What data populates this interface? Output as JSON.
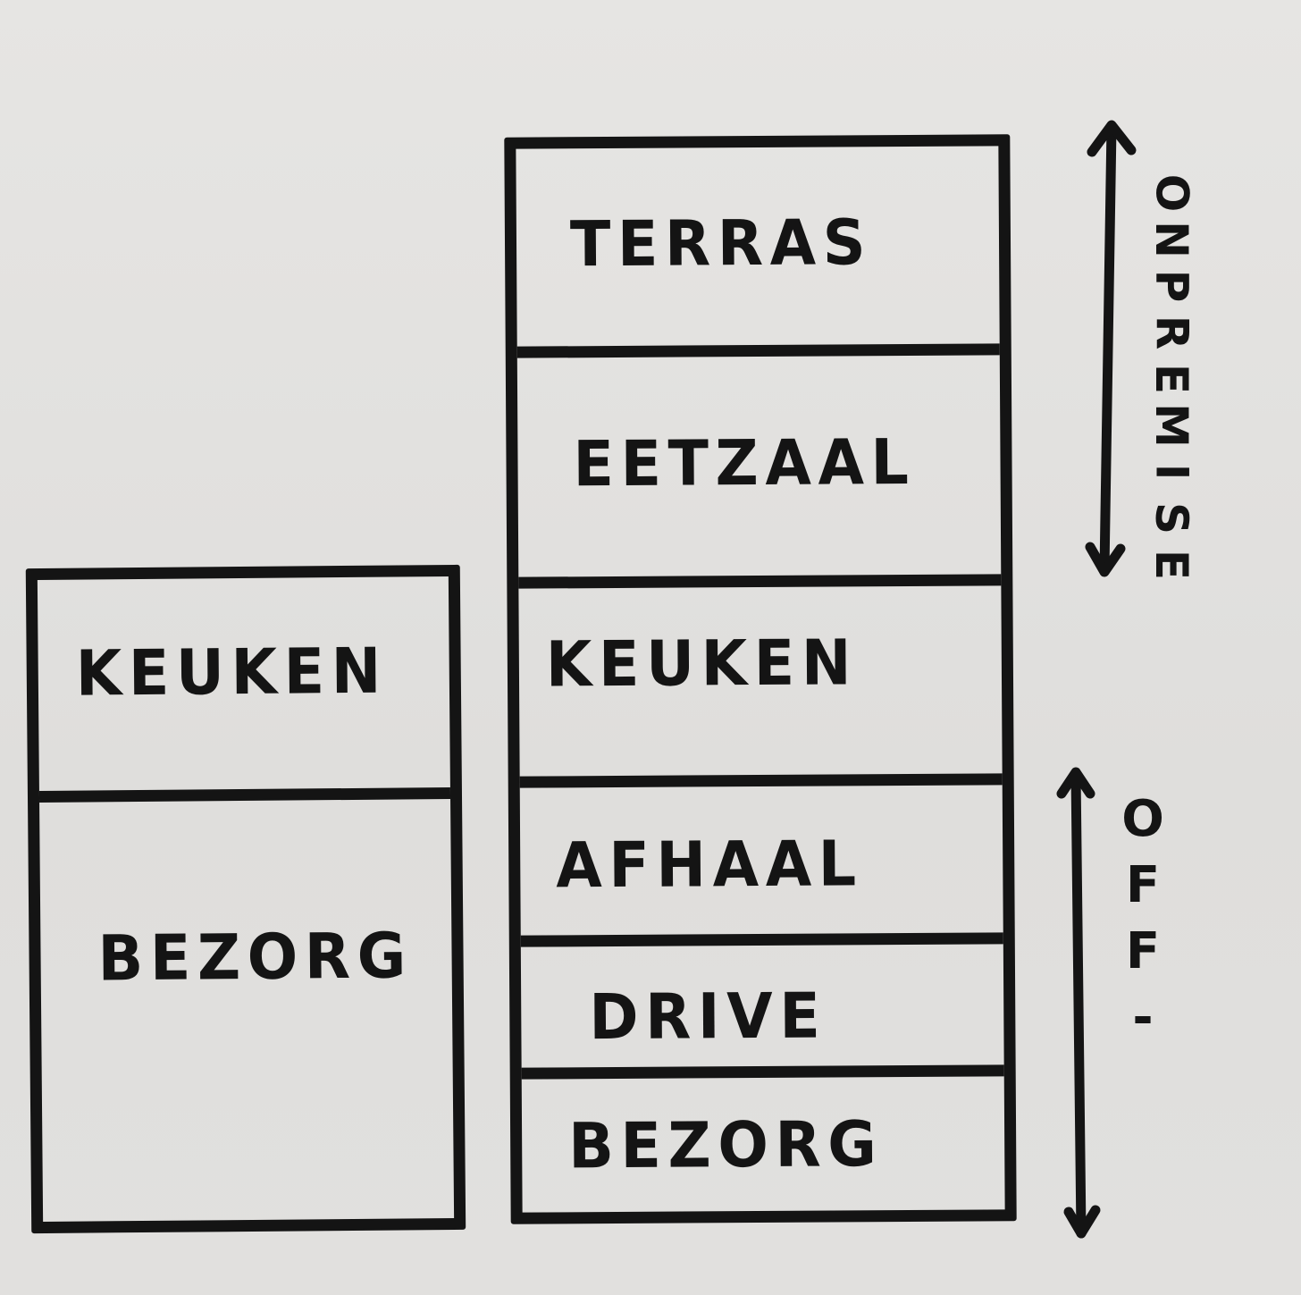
{
  "diagram": {
    "left_stack": {
      "blocks": [
        {
          "label": "KEUKEN"
        },
        {
          "label": "BEZORG"
        }
      ]
    },
    "right_stack": {
      "blocks": [
        {
          "label": "TERRAS"
        },
        {
          "label": "EETZAAL"
        },
        {
          "label": "KEUKEN"
        },
        {
          "label": "AFHAAL"
        },
        {
          "label": "DRIVE"
        },
        {
          "label": "BEZORG"
        }
      ]
    },
    "side_labels": {
      "on_premise": [
        "O",
        "N",
        "P",
        "R",
        "E",
        "M",
        "I",
        "S",
        "E"
      ],
      "off": [
        "O",
        "F",
        "F",
        "-"
      ]
    }
  }
}
